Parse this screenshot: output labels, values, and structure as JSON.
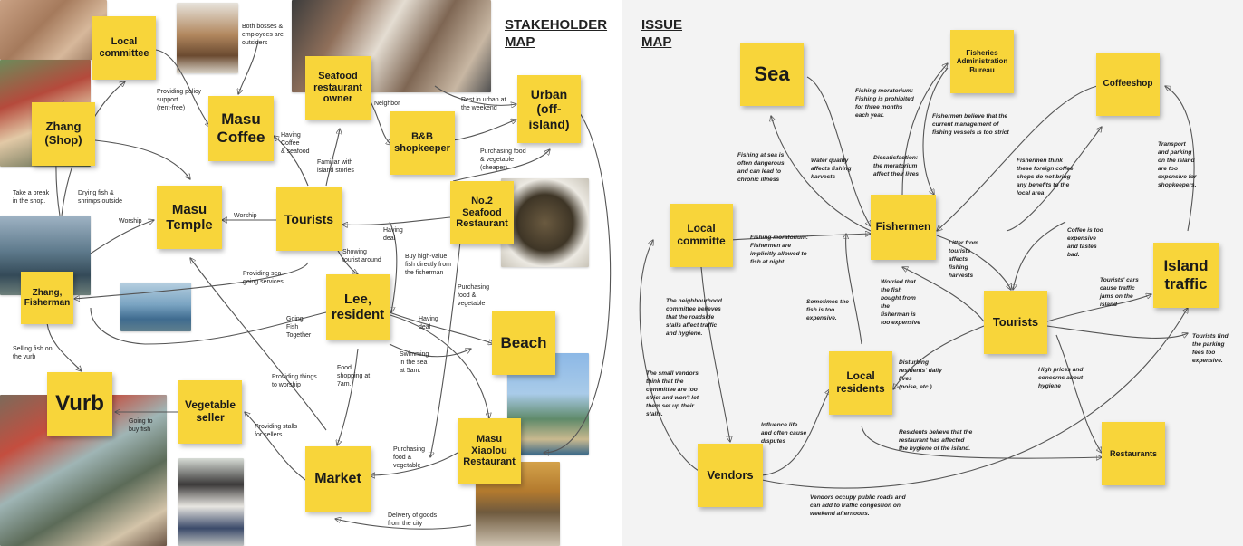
{
  "stakeholder_map": {
    "title": "STAKEHOLDER\nMAP",
    "notes": {
      "local_committee": "Local\ncommittee",
      "zhang_shop": "Zhang\n(Shop)",
      "masu_coffee": "Masu\nCoffee",
      "seafood_owner": "Seafood\nrestaurant\nowner",
      "bnb": "B&B\nshopkeeper",
      "urban": "Urban\n(off-\nisland)",
      "masu_temple": "Masu\nTemple",
      "tourists": "Tourists",
      "no2_seafood": "No.2\nSeafood\nRestaurant",
      "zhang_fisherman": "Zhang,\nFisherman",
      "lee": "Lee,\nresident",
      "beach": "Beach",
      "vurb": "Vurb",
      "vegetable_seller": "Vegetable\nseller",
      "market": "Market",
      "xiaolou": "Masu\nXiaolou\nRestaurant"
    },
    "labels": {
      "both_bosses": "Both bosses &\nemployees are\noutsiders",
      "policy": "Providing policy\nsupport\n(rent-free)",
      "neighbor": "Neighbor",
      "rest_urban": "Rest in urban at\nthe weekend",
      "coffee_seafood": "Having\nCoffee\n& seafood",
      "island_stories": "Familiar with\nisland stories",
      "purchasing_cheaper": "Purchasing food\n& vegetable\n(cheaper)",
      "take_break": "Take a break\nin the shop.",
      "drying": "Drying fish &\nshrimps outside",
      "worship_left": "Worship",
      "worship_mid": "Worship",
      "having_deal_1": "Having\ndeal",
      "showing": "Showing\ntourist around",
      "buy_high": "Buy high-value\nfish directly from\nthe fisherman",
      "sea_going": "Providing sea-\ngoing services",
      "purch_food_veg": "Purchasing\nfood &\nvegetable",
      "going_fish": "Going\nFish\nTogether",
      "having_deal_2": "Having\ndeal",
      "selling_fish": "Selling fish on\nthe vurb",
      "swimming": "Swimming\nin the sea\nat 5am.",
      "food_shopping": "Food\nshopping at\n7am.",
      "providing_worship": "Providing things\nto worship",
      "going_buy_fish": "Going to\nbuy fish",
      "providing_stalls": "Providing stalls\nfor sellers",
      "purchasing_2": "Purchasing\nfood &\nvegetable",
      "delivery": "Delivery of goods\nfrom the city"
    }
  },
  "issue_map": {
    "title": "ISSUE\nMAP",
    "notes": {
      "sea": "Sea",
      "fisheries": "Fisheries\nAdministration\nBureau",
      "coffeeshop": "Coffeeshop",
      "local_committe": "Local\ncommitte",
      "fishermen": "Fishermen",
      "island_traffic": "Island\ntraffic",
      "tourists": "Tourists",
      "local_residents": "Local\nresidents",
      "vendors": "Vendors",
      "restaurants": "Restaurants"
    },
    "labels": {
      "moratorium": "Fishing moratorium:\nFishing is prohibited\nfor three months\neach year.",
      "fishermen_believe": "Fishermen believe that the\ncurrent management of\nfishing vessels is too strict",
      "sea_dangerous": "Fishing at sea is\noften dangerous\nand can lead to\nchronic illness",
      "water_quality": "Water quality\naffects fishing\nharvests",
      "dissatisfaction": "Dissatisfaction:\nthe moratorium\naffect their lives",
      "foreign_coffee": "Fishermen think\nthese foreign coffee\nshops do not bring\nany benefits to the\nlocal area",
      "transport": "Transport\nand parking\non the island\nare too\nexpensive for\nshopkeepers.",
      "moratorium_night": "Fishing moratorium:\nFishermen are\nimplicitly allowed to\nfish at night.",
      "litter": "Litter from\ntourists\naffects\nfishing\nharvests",
      "coffee_expensive": "Coffee is too\nexpensive\nand tastes\nbad.",
      "neighbourhood": "The neighbourhood\ncommittee believes\nthat the roadside\nstalls affect traffic\nand hygiene.",
      "worried": "Worried that\nthe fish\nbought from\nthe\nfisherman is\ntoo expensive",
      "sometimes_expensive": "Sometimes the\nfish is too\nexpensive.",
      "tourists_cars": "Tourists' cars\ncause traffic\njams on the\nisland",
      "small_vendors": "The small vendors\nthink that the\ncommittee are too\nstrict and won't let\nthem set up their\nstalls.",
      "disturbing": "Disturbing\nresidents' daily\nlives\n(noise, etc.)",
      "parking_fees": "Tourists find\nthe parking\nfees too\nexpensive.",
      "high_prices": "High prices and\nconcerns about\nhygiene",
      "influence_life": "Influence life\nand often cause\ndisputes",
      "residents_believe": "Residents believe that the\nrestaurant has affected\nthe hygiene of the island.",
      "vendors_occupy": "Vendors occupy public roads and\ncan add to traffic congestion on\nweekend afternoons."
    }
  }
}
